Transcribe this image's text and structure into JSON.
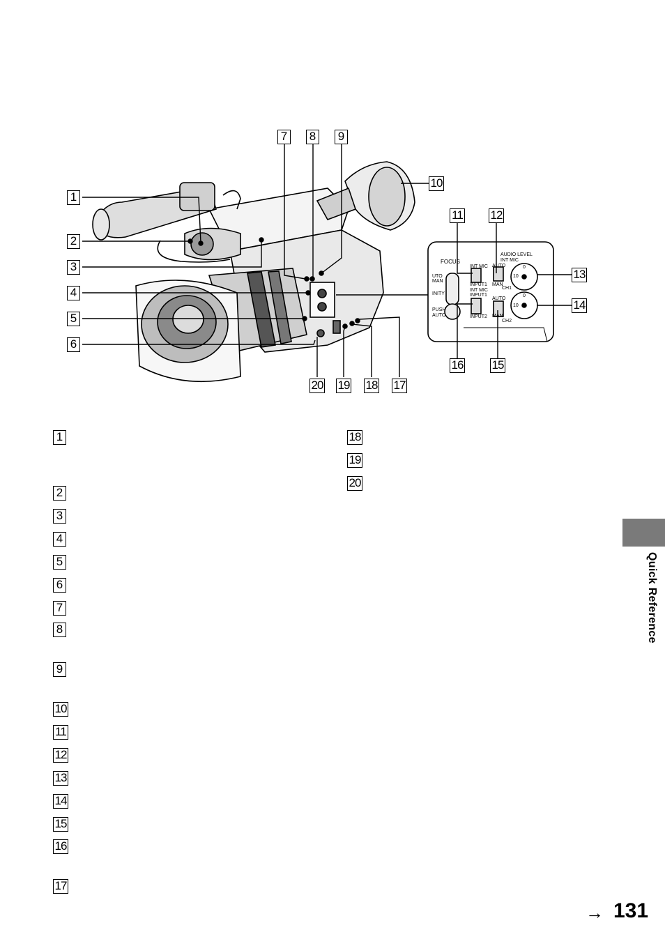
{
  "callouts": [
    "1",
    "2",
    "3",
    "4",
    "5",
    "6",
    "7",
    "8",
    "9",
    "10",
    "11",
    "12",
    "13",
    "14",
    "15",
    "16",
    "17",
    "18",
    "19",
    "20"
  ],
  "panel_labels": {
    "focus": "FOCUS",
    "auto": "UTO",
    "man": "MAN",
    "infinity": "INITY",
    "push": "PUSH",
    "push_auto": "AUTO",
    "int_mic_1": "INT MIC",
    "input1": "INPUT1",
    "int_mic_2": "INT MIC",
    "input1_b": "INPUT1",
    "input2": "INPUT2",
    "auto_1": "AUTO",
    "man_1": "MAN",
    "auto_2": "AUTO",
    "man_2": "MAN",
    "audio_level": "AUDIO LEVEL",
    "int_mic_3": "INT MIC",
    "ch1": "CH1",
    "ch2": "CH2",
    "dial_top": "0",
    "dial_left": "10"
  },
  "legend": [
    "1",
    "2",
    "3",
    "4",
    "5",
    "6",
    "7",
    "8",
    "9",
    "10",
    "11",
    "12",
    "13",
    "14",
    "15",
    "16",
    "17",
    "18",
    "19",
    "20"
  ],
  "side_tab": "Quick Reference",
  "page_number": "131",
  "arrow": "→"
}
